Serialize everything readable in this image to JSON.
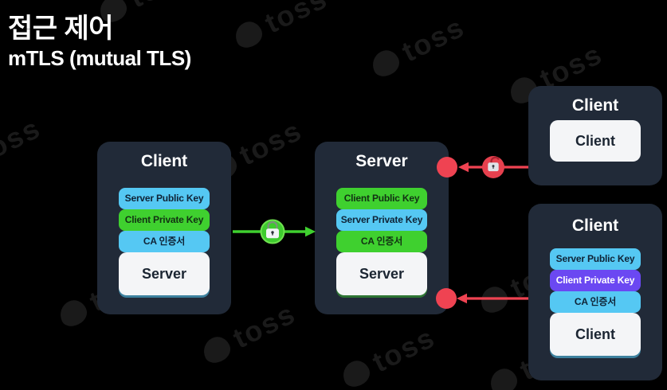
{
  "header": {
    "title": "접근 제어",
    "subtitle": "mTLS (mutual TLS)"
  },
  "watermark": {
    "text": "toss"
  },
  "boxes": {
    "client_left": {
      "title": "Client",
      "rows": [
        {
          "label": "Server Public Key",
          "color": "blue"
        },
        {
          "label": "Client Private Key",
          "color": "green"
        },
        {
          "label": "CA 인증서",
          "color": "blue"
        }
      ],
      "card": "Server"
    },
    "server_middle": {
      "title": "Server",
      "rows": [
        {
          "label": "Client Public Key",
          "color": "green"
        },
        {
          "label": "Server Private Key",
          "color": "blue"
        },
        {
          "label": "CA 인증서",
          "color": "green"
        }
      ],
      "card": "Server"
    },
    "client_top_right": {
      "title": "Client",
      "card": "Client"
    },
    "client_bottom_right": {
      "title": "Client",
      "rows": [
        {
          "label": "Server Public Key",
          "color": "blue"
        },
        {
          "label": "Client Private Key",
          "color": "purple"
        },
        {
          "label": "CA 인증서",
          "color": "blue"
        }
      ],
      "card": "Client"
    }
  },
  "connections": {
    "client_to_server": {
      "icon": "lock-closed",
      "color": "#3FD02F"
    },
    "top_client_to_server": {
      "icon": "lock-open",
      "color": "#EF4352"
    },
    "bottom_client_to_server": {
      "icon": "none",
      "color": "#EF4352"
    }
  },
  "colors": {
    "background": "#000000",
    "box_bg": "#212A38",
    "blue": "#55C8F3",
    "green": "#3FD02F",
    "purple": "#6B48F2",
    "red": "#EF4352",
    "card_bg": "#F4F5F7"
  }
}
